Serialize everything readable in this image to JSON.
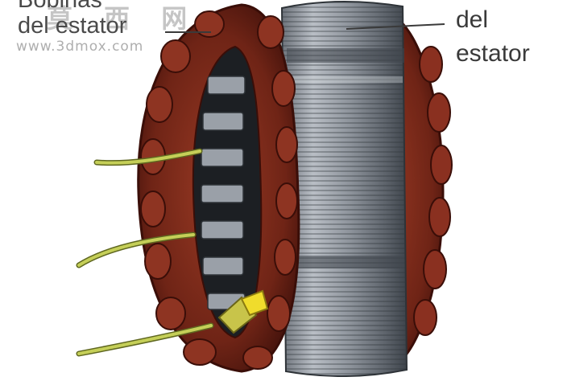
{
  "labels": {
    "left_line1": "Bobinas",
    "left_line2": "del estator",
    "right_line1": "del",
    "right_line2": "estator"
  },
  "watermark": {
    "title": "莫 西 网",
    "url": "www.3dmox.com"
  },
  "colors": {
    "copper": "#7a2a1c",
    "copper_dark": "#4a120c",
    "steel": "#9aa0a8",
    "steel_dark": "#4c535c",
    "lead_wire": "#b7c24a",
    "sleeve": "#e3d23a",
    "label_text": "#3a3a3a"
  }
}
